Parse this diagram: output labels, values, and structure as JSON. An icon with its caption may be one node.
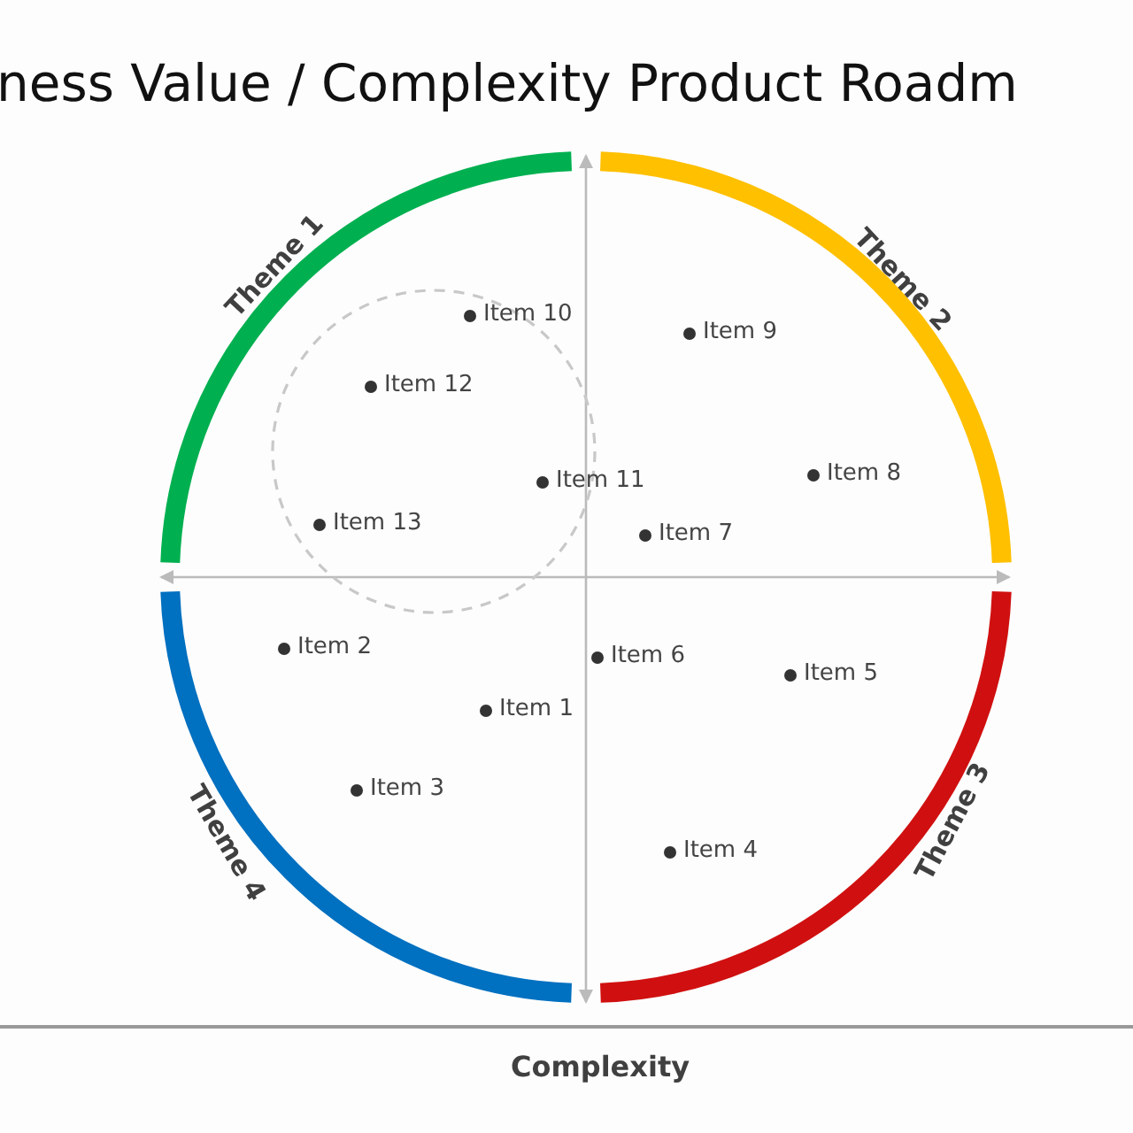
{
  "diagram": {
    "title": "ness Value / Complexity Product Roadm",
    "nodes": [
      {
        "text": [],
        "shape": "circle"
      }
    ],
    "labels": [
      "Theme 1",
      "Theme 2",
      "Item 10",
      "Item 9",
      "Item 12",
      "Item 8",
      "Item 11",
      "Item 13",
      "Item 7",
      "Item 2",
      "Item 6",
      "Item 5",
      "Item 1",
      "Item 3",
      "Theme 4",
      "Theme 3",
      "Item 4",
      "Complexity"
    ]
  }
}
